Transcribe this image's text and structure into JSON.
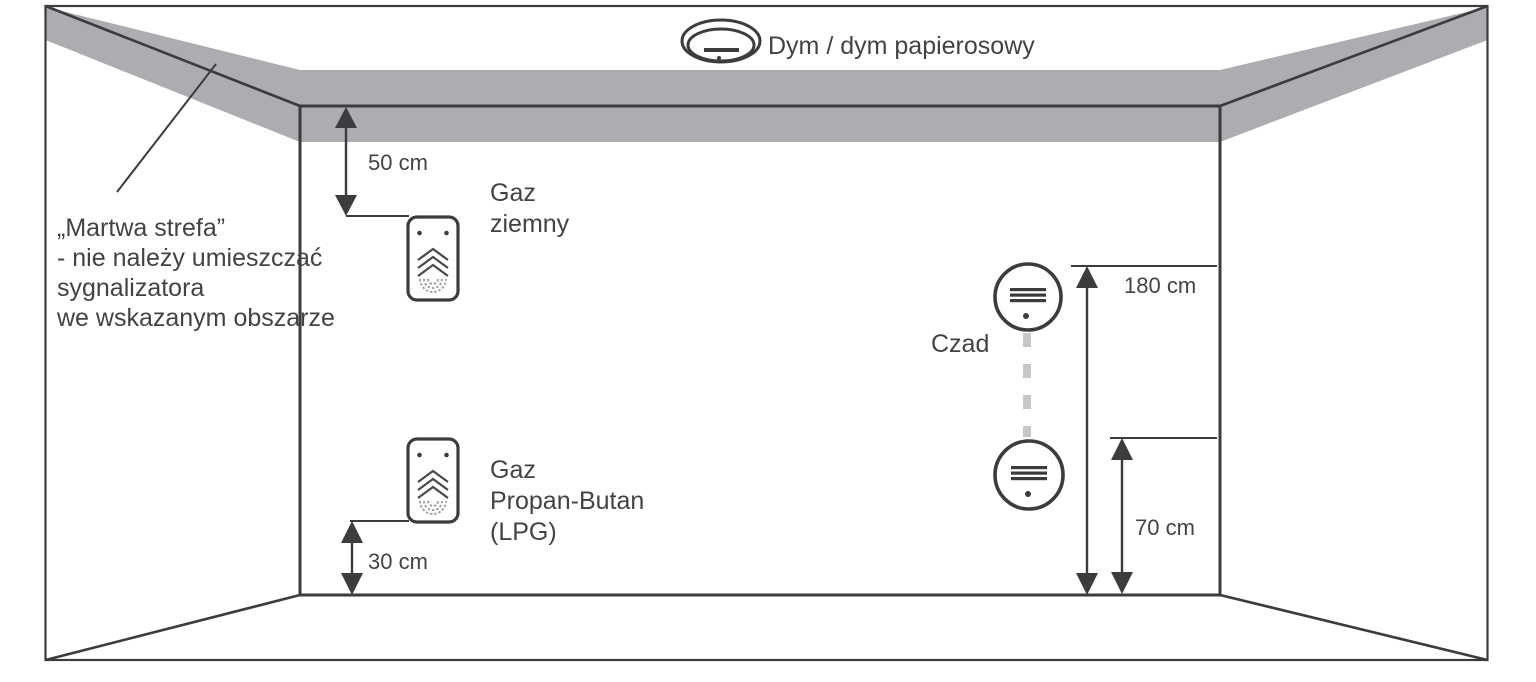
{
  "diagram": {
    "title_context": "detector placement room diagram",
    "smoke": {
      "label": "Dym / dym papierosowy"
    },
    "dead_zone": {
      "line1": "„Martwa strefa”",
      "line2": "- nie należy umieszczać",
      "line3": "sygnalizatora",
      "line4": "we wskazanym obszarze"
    },
    "natural_gas": {
      "line1": "Gaz",
      "line2": "ziemny",
      "distance_from_ceiling": "50 cm"
    },
    "lpg": {
      "line1": "Gaz",
      "line2": "Propan-Butan",
      "line3": "(LPG)",
      "distance_from_floor": "30 cm"
    },
    "co": {
      "label": "Czad",
      "upper_height": "180 cm",
      "lower_height": "70 cm"
    }
  },
  "icons": {
    "smoke_detector": "ceiling-smoke-detector-icon",
    "gas_detector": "wall-gas-detector-icon",
    "co_detector": "round-co-detector-icon"
  },
  "colors": {
    "dead_zone_band": "#abadb0",
    "line": "#3b3c3e",
    "text": "#414345",
    "dashed_link": "#c7c7c9"
  }
}
